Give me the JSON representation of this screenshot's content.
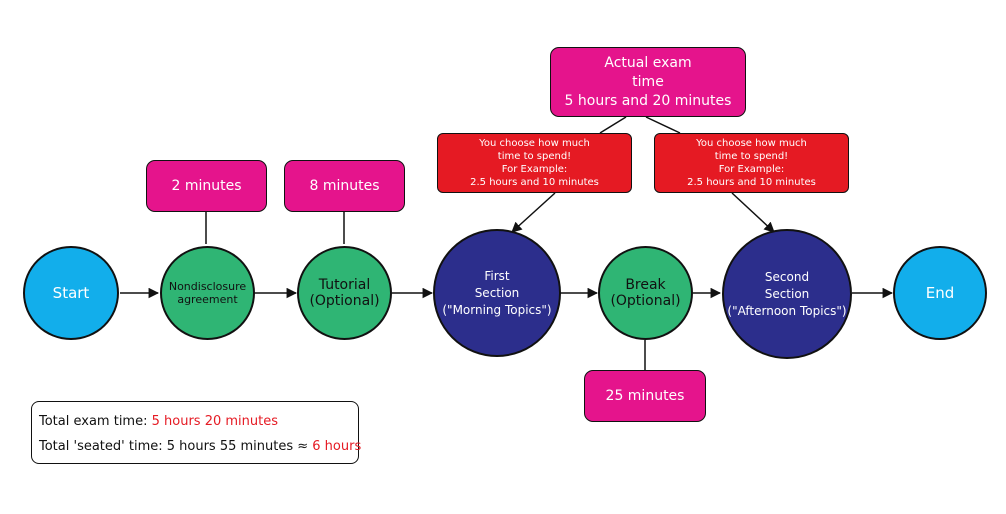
{
  "nodes": {
    "start": "Start",
    "nda": [
      "Nondisclosure",
      "agreement"
    ],
    "tutorial": [
      "Tutorial",
      "(Optional)"
    ],
    "first_section": [
      "First",
      "Section",
      "(\"Morning Topics\")"
    ],
    "break": [
      "Break",
      "(Optional)"
    ],
    "second_section": [
      "Second",
      "Section",
      "(\"Afternoon Topics\")"
    ],
    "end": "End"
  },
  "callouts": {
    "nda_time": "2 minutes",
    "tutorial_time": "8 minutes",
    "break_time": "25 minutes",
    "actual_exam_time": [
      "Actual exam",
      "time",
      "5 hours and 20 minutes"
    ],
    "first_choice": [
      "You choose how much",
      "time to spend!",
      "For Example:",
      "2.5 hours and 10 minutes"
    ],
    "second_choice": [
      "You choose how much",
      "time to spend!",
      "For Example:",
      "2.5 hours and 10 minutes"
    ]
  },
  "summary": {
    "total_exam_label": "Total exam time: ",
    "total_exam_value": "5 hours 20 minutes",
    "total_seated_label": "Total 'seated' time: 5 hours 55 minutes ≈ ",
    "total_seated_value": "6 hours"
  },
  "colors": {
    "light_blue": "#12aeeb",
    "green": "#2fb574",
    "navy": "#2c2e8c",
    "magenta": "#e5148c",
    "red": "#e51a23"
  }
}
